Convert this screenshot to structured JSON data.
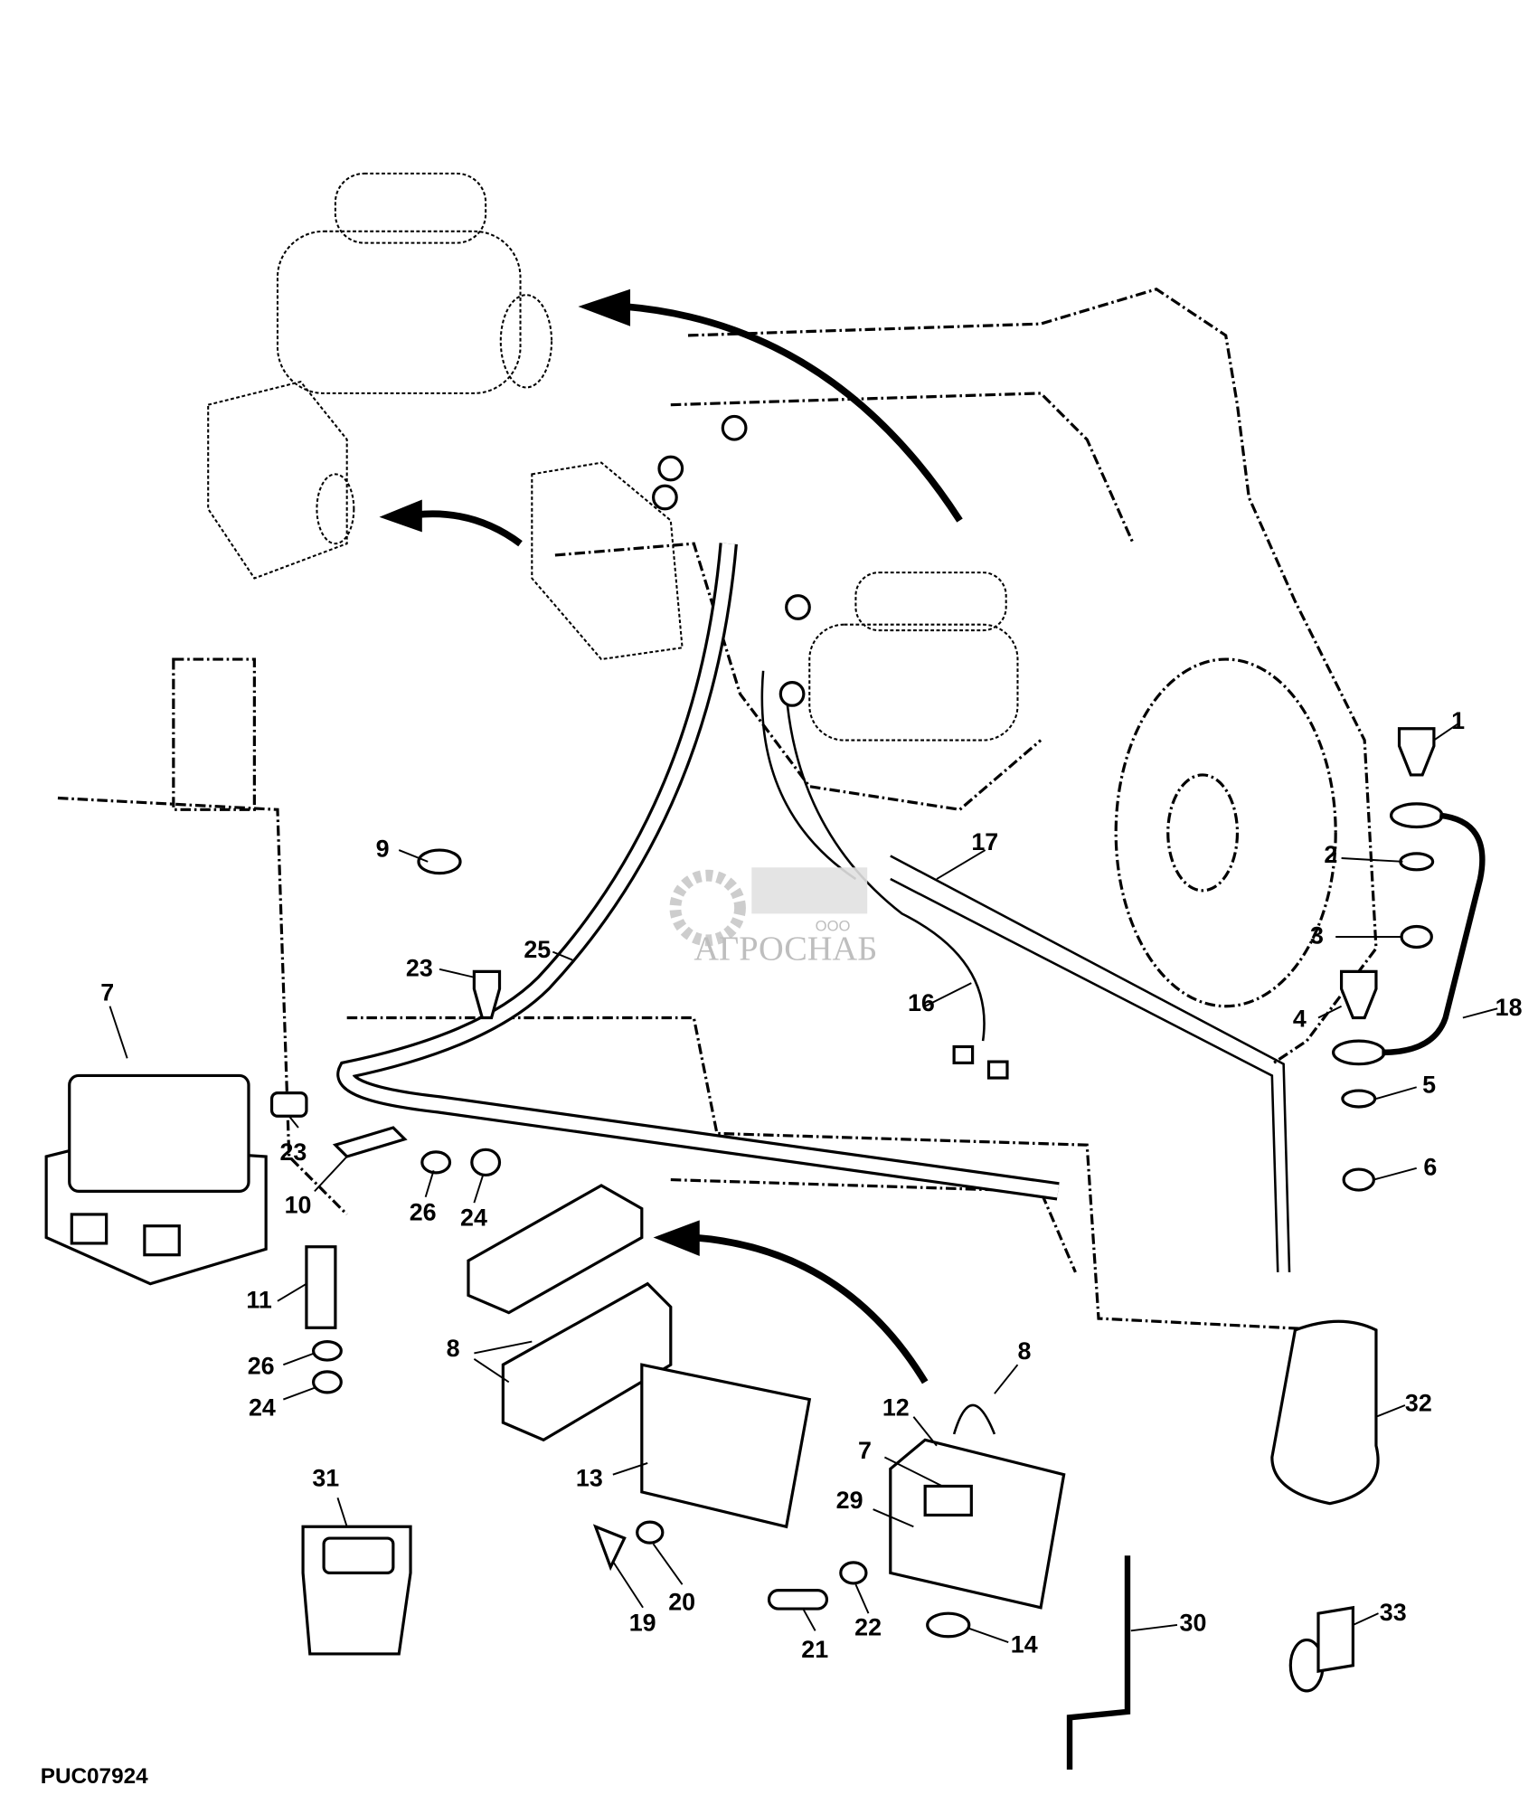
{
  "diagram": {
    "drawing_code": "PUC07924",
    "watermark": {
      "top": "ООО",
      "main": "АГРОСНАБ"
    },
    "callouts": [
      "1",
      "2",
      "3",
      "4",
      "18",
      "5",
      "6",
      "17",
      "16",
      "9",
      "25",
      "23",
      "7",
      "23",
      "10",
      "26",
      "24",
      "11",
      "26",
      "24",
      "8",
      "8",
      "12",
      "7",
      "29",
      "13",
      "31",
      "32",
      "19",
      "20",
      "21",
      "22",
      "14",
      "30",
      "33"
    ]
  }
}
